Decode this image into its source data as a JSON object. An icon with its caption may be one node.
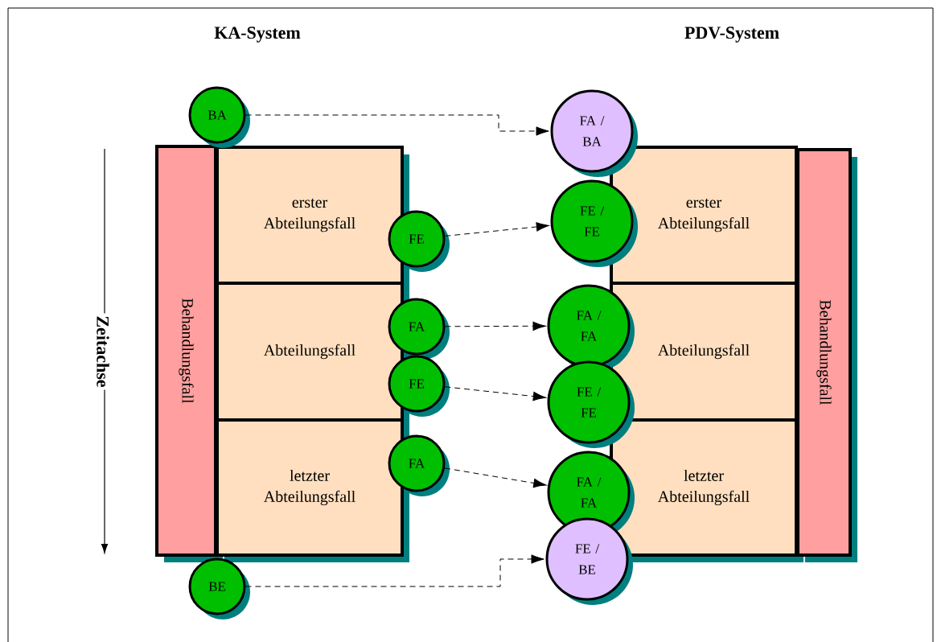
{
  "diagram": {
    "nodes": [
      {
        "text": [
          "Behandlungsfall"
        ]
      },
      {
        "text": [
          "erster Abteilungsfall"
        ]
      },
      {
        "text": [
          "Abteilungsfall"
        ]
      },
      {
        "text": [
          "letzter Abteilungsfall"
        ]
      },
      {
        "text": [
          "BA"
        ]
      },
      {
        "text": [
          "FE"
        ]
      },
      {
        "text": [
          "FA"
        ]
      },
      {
        "text": [
          "FE"
        ]
      },
      {
        "text": [
          "FA"
        ]
      },
      {
        "text": [
          "BE"
        ]
      },
      {
        "text": [
          "FA / BA"
        ]
      },
      {
        "text": [
          "FE / FE"
        ]
      },
      {
        "text": [
          "FA / FA"
        ]
      },
      {
        "text": [
          "FE / FE"
        ]
      },
      {
        "text": [
          "FA / FA"
        ]
      },
      {
        "text": [
          "FE / BE"
        ]
      },
      {
        "text": [
          "erster Abteilungsfall"
        ]
      },
      {
        "text": [
          "Abteilungsfall"
        ]
      },
      {
        "text": [
          "letzter Abteilungsfall"
        ]
      },
      {
        "text": [
          "Behandlungsfall"
        ]
      }
    ],
    "edges": [
      {
        "from": 4,
        "to": 10,
        "arrow": "to",
        "style": "dashed"
      },
      {
        "from": 5,
        "to": 11,
        "arrow": "to",
        "style": "dashed"
      },
      {
        "from": 6,
        "to": 12,
        "arrow": "to",
        "style": "dashed"
      },
      {
        "from": 7,
        "to": 13,
        "arrow": "to",
        "style": "dashed"
      },
      {
        "from": 8,
        "to": 14,
        "arrow": "to",
        "style": "dashed"
      },
      {
        "from": 9,
        "to": 15,
        "arrow": "to",
        "style": "dashed"
      }
    ],
    "labels": [
      "KA-System",
      "PDV-System",
      "Zeitachse"
    ]
  }
}
